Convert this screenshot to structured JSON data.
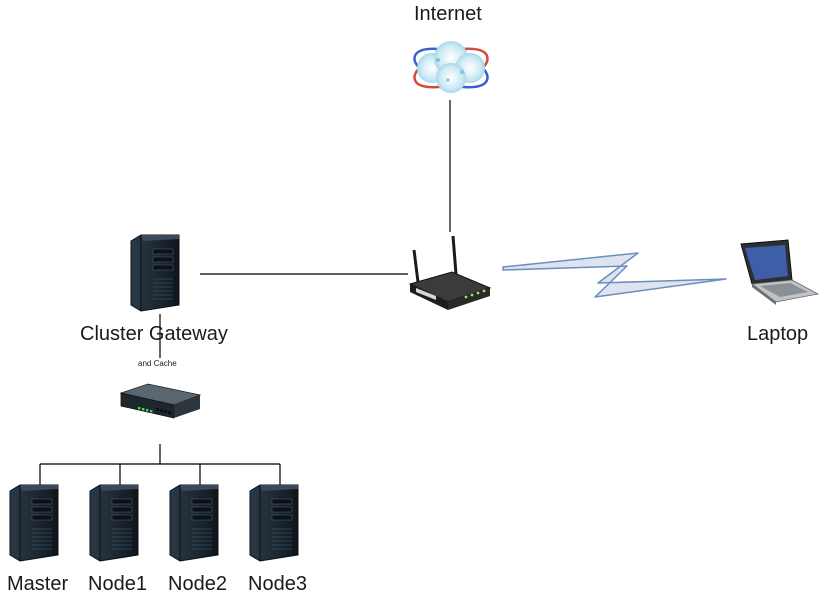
{
  "diagram": {
    "internet": {
      "label": "Internet",
      "icon": "cloud-icon"
    },
    "router": {
      "icon": "wireless-router-icon"
    },
    "laptop": {
      "label": "Laptop",
      "icon": "laptop-icon"
    },
    "gateway": {
      "label": "Cluster Gateway",
      "sublabel": "and Cache",
      "icon": "server-tower-icon"
    },
    "switch": {
      "icon": "network-switch-icon"
    },
    "nodes": [
      {
        "label": "Master",
        "icon": "server-tower-icon"
      },
      {
        "label": "Node1",
        "icon": "server-tower-icon"
      },
      {
        "label": "Node2",
        "icon": "server-tower-icon"
      },
      {
        "label": "Node3",
        "icon": "server-tower-icon"
      }
    ],
    "colors": {
      "line": "#000000",
      "wireless_fill": "#dde3ef",
      "wireless_stroke": "#6c8ebf",
      "server_body": "#1f2b36",
      "cloud_fill": "#bfe3f2",
      "switch_leds": "#39e05a"
    }
  }
}
